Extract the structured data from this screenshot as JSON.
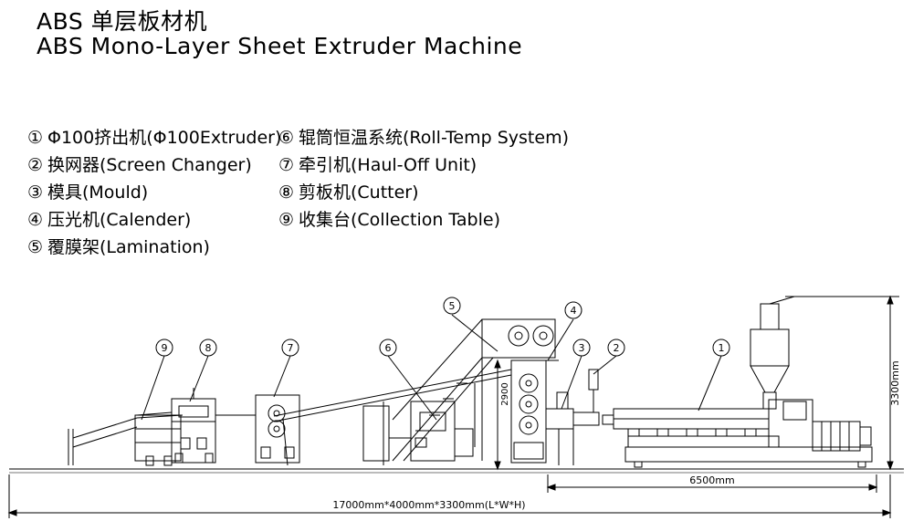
{
  "title_cn": "ABS 单层板材机",
  "title_en": "ABS Mono-Layer Sheet Extruder Machine",
  "legend_left": [
    {
      "num": "①",
      "text": "Φ100挤出机(Φ100Extruder)"
    },
    {
      "num": "②",
      "text": "换网器(Screen Changer)"
    },
    {
      "num": "③",
      "text": "模具(Mould)"
    },
    {
      "num": "④",
      "text": "压光机(Calender)"
    },
    {
      "num": "⑤",
      "text": "覆膜架(Lamination)"
    }
  ],
  "legend_right": [
    {
      "num": "⑥",
      "text": "辊筒恒温系统(Roll-Temp System)"
    },
    {
      "num": "⑦",
      "text": "牵引机(Haul-Off Unit)"
    },
    {
      "num": "⑧",
      "text": "剪板机(Cutter)"
    },
    {
      "num": "⑨",
      "text": "收集台(Collection Table)"
    }
  ],
  "callouts": [
    "1",
    "2",
    "3",
    "4",
    "5",
    "6",
    "7",
    "8",
    "9"
  ],
  "dimensions": {
    "height_total": "3300mm",
    "calender_height": "2900",
    "extruder_length": "6500mm",
    "overall": "17000mm*4000mm*3300mm(L*W*H)"
  }
}
